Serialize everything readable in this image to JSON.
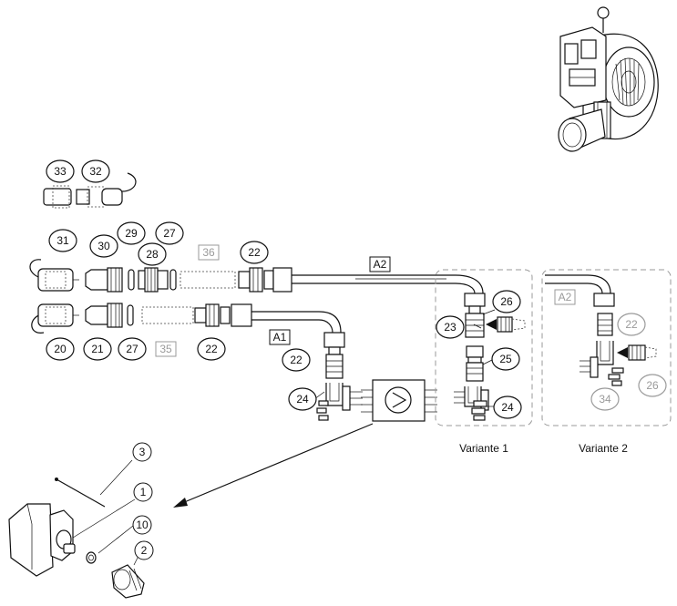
{
  "balloons": [
    {
      "id": "b33",
      "label": "33",
      "grey": false
    },
    {
      "id": "b32",
      "label": "32",
      "grey": false
    },
    {
      "id": "b31",
      "label": "31",
      "grey": false
    },
    {
      "id": "b30",
      "label": "30",
      "grey": false
    },
    {
      "id": "b29",
      "label": "29",
      "grey": false
    },
    {
      "id": "b28",
      "label": "28",
      "grey": false
    },
    {
      "id": "b27a",
      "label": "27",
      "grey": false
    },
    {
      "id": "b22a",
      "label": "22",
      "grey": false
    },
    {
      "id": "b20",
      "label": "20",
      "grey": false
    },
    {
      "id": "b21",
      "label": "21",
      "grey": false
    },
    {
      "id": "b27b",
      "label": "27",
      "grey": false
    },
    {
      "id": "b22b",
      "label": "22",
      "grey": false
    },
    {
      "id": "b22c",
      "label": "22",
      "grey": false
    },
    {
      "id": "b24a",
      "label": "24",
      "grey": false
    },
    {
      "id": "b26a",
      "label": "26",
      "grey": false
    },
    {
      "id": "b23",
      "label": "23",
      "grey": false
    },
    {
      "id": "b25",
      "label": "25",
      "grey": false
    },
    {
      "id": "b24b",
      "label": "24",
      "grey": false
    },
    {
      "id": "b22d",
      "label": "22",
      "grey": true
    },
    {
      "id": "b34",
      "label": "34",
      "grey": true
    },
    {
      "id": "b26b",
      "label": "26",
      "grey": true
    }
  ],
  "boxed_labels": [
    {
      "id": "sq36",
      "label": "36",
      "grey": true
    },
    {
      "id": "sq35",
      "label": "35",
      "grey": true
    },
    {
      "id": "sqA2a",
      "label": "A2",
      "grey": false
    },
    {
      "id": "sqA1",
      "label": "A1",
      "grey": false
    },
    {
      "id": "sqA2b",
      "label": "A2",
      "grey": true
    }
  ],
  "pump_balloons": [
    {
      "id": "p3",
      "label": "3"
    },
    {
      "id": "p1",
      "label": "1"
    },
    {
      "id": "p10",
      "label": "10"
    },
    {
      "id": "p2",
      "label": "2"
    }
  ],
  "variants": {
    "v1": "Variante 1",
    "v2": "Variante 2"
  }
}
